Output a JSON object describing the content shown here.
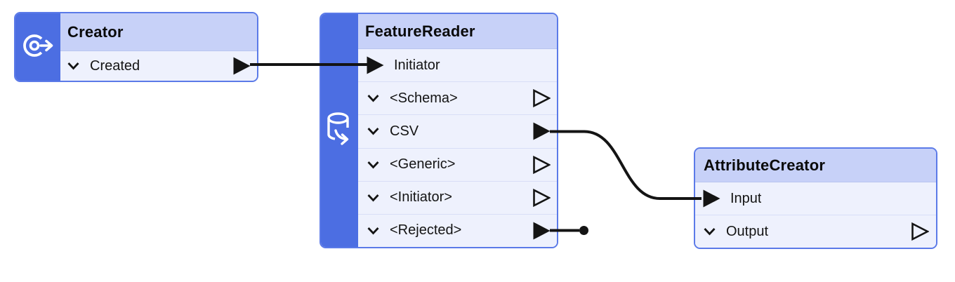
{
  "colors": {
    "node_border": "#5b7ae8",
    "sidebar_blue": "#4c6ee2",
    "header_blue": "#c7d1f8",
    "row_lavender": "#eef1fd",
    "wire_black": "#141414",
    "canvas_white": "#ffffff"
  },
  "nodes": [
    {
      "title": "Creator",
      "icon": "creator-icon",
      "ports": [
        {
          "label": "Created",
          "direction": "output",
          "connected": true,
          "expandable": true
        }
      ]
    },
    {
      "title": "FeatureReader",
      "icon": "database-reader-icon",
      "ports": [
        {
          "label": "Initiator",
          "direction": "input",
          "connected": true,
          "expandable": false
        },
        {
          "label": "<Schema>",
          "direction": "output",
          "connected": false,
          "expandable": true
        },
        {
          "label": "CSV",
          "direction": "output",
          "connected": true,
          "expandable": true
        },
        {
          "label": "<Generic>",
          "direction": "output",
          "connected": false,
          "expandable": true
        },
        {
          "label": "<Initiator>",
          "direction": "output",
          "connected": false,
          "expandable": true
        },
        {
          "label": "<Rejected>",
          "direction": "output",
          "connected": true,
          "expandable": true
        }
      ]
    },
    {
      "title": "AttributeCreator",
      "icon": null,
      "ports": [
        {
          "label": "Input",
          "direction": "input",
          "connected": true,
          "expandable": false
        },
        {
          "label": "Output",
          "direction": "output",
          "connected": false,
          "expandable": true
        }
      ]
    }
  ],
  "connections": [
    {
      "from": "Creator.Created",
      "to": "FeatureReader.Initiator"
    },
    {
      "from": "FeatureReader.CSV",
      "to": "AttributeCreator.Input"
    },
    {
      "from": "FeatureReader.<Rejected>",
      "to": "unconnected-endpoint"
    }
  ]
}
